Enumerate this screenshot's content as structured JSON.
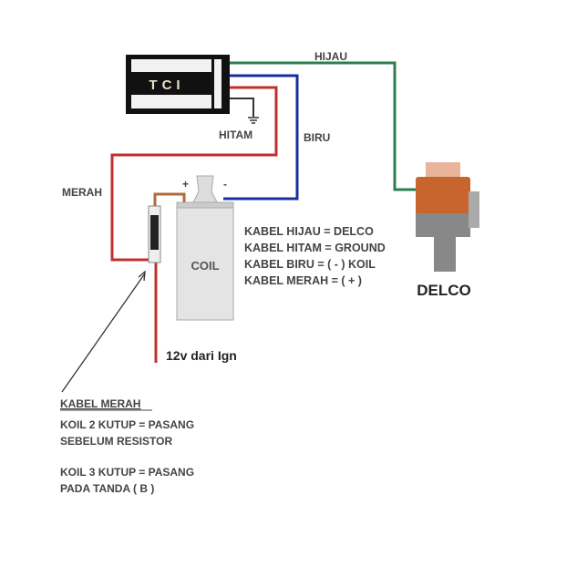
{
  "components": {
    "tci": "TCI",
    "coil": "COIL",
    "delco": "DELCO",
    "coil_plus": "+",
    "coil_minus": "-"
  },
  "wire_labels": {
    "green": "HIJAU",
    "black": "HITAM",
    "blue": "BIRU",
    "red": "MERAH",
    "power": "12v dari Ign"
  },
  "legend": [
    "KABEL HIJAU = DELCO",
    "KABEL HITAM = GROUND",
    "KABEL BIRU = ( - ) KOIL",
    "KABEL MERAH = ( + )"
  ],
  "note": {
    "title": "KABEL MERAH",
    "lines": [
      "KOIL 2 KUTUP = PASANG",
      "SEBELUM RESISTOR",
      "KOIL 3 KUTUP = PASANG",
      "PADA TANDA ( B )"
    ]
  },
  "colors": {
    "green": "#2e7d4f",
    "blue": "#1a2f9e",
    "red": "#c0302e",
    "black": "#333333",
    "delco_orange": "#c8652e"
  }
}
